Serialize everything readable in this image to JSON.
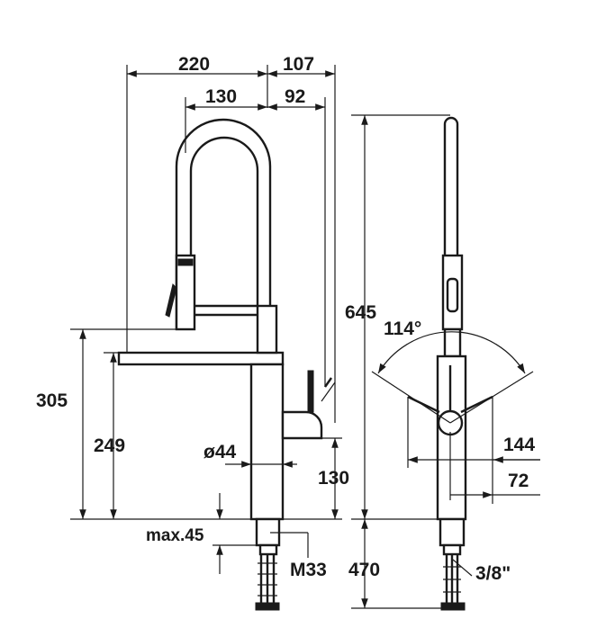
{
  "dimensions": {
    "d220": "220",
    "d107": "107",
    "d130_top": "130",
    "d92": "92",
    "d645": "645",
    "d114": "114°",
    "d305": "305",
    "d249": "249",
    "d44": "ø44",
    "d130_side": "130",
    "d144": "144",
    "d72": "72",
    "max45": "max.45",
    "m33": "M33",
    "d470": "470",
    "d38": "3/8\""
  },
  "colors": {
    "ink": "#1a1a1a",
    "background": "#ffffff"
  }
}
